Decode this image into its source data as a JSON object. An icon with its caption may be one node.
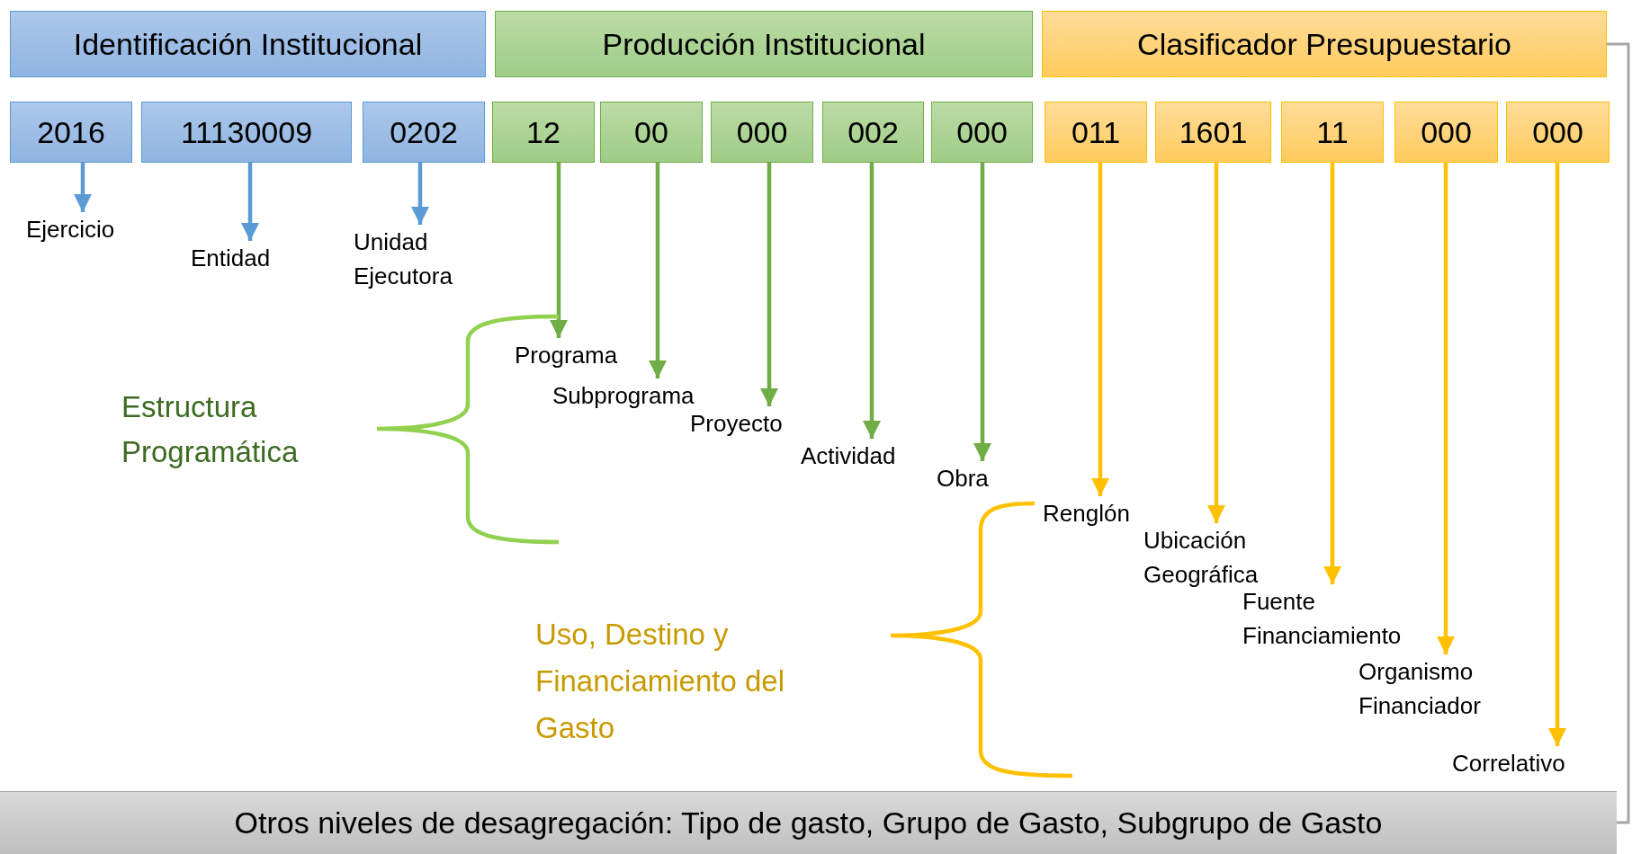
{
  "diagram": {
    "nodes": [
      {
        "text": [
          "Identificación Institucional"
        ]
      },
      {
        "text": [
          "Producción Institucional"
        ]
      },
      {
        "text": [
          "Clasificador Presupuestario"
        ]
      },
      {
        "text": [
          "2016"
        ]
      },
      {
        "text": [
          "11130009"
        ]
      },
      {
        "text": [
          "0202"
        ]
      },
      {
        "text": [
          "12"
        ]
      },
      {
        "text": [
          "00"
        ]
      },
      {
        "text": [
          "000"
        ]
      },
      {
        "text": [
          "002"
        ]
      },
      {
        "text": [
          "000"
        ]
      },
      {
        "text": [
          "011"
        ]
      },
      {
        "text": [
          "1601"
        ]
      },
      {
        "text": [
          "11"
        ]
      },
      {
        "text": [
          "000"
        ]
      },
      {
        "text": [
          "000"
        ]
      },
      {
        "text": [
          "Ejercicio"
        ]
      },
      {
        "text": [
          "Entidad"
        ]
      },
      {
        "text": [
          "Unidad Ejecutora"
        ]
      },
      {
        "text": [
          "Programa"
        ]
      },
      {
        "text": [
          "Subprograma"
        ]
      },
      {
        "text": [
          "Proyecto"
        ]
      },
      {
        "text": [
          "Actividad"
        ]
      },
      {
        "text": [
          "Obra"
        ]
      },
      {
        "text": [
          "Renglón"
        ]
      },
      {
        "text": [
          "Ubicación Geográfica"
        ]
      },
      {
        "text": [
          "Fuente Financiamiento"
        ]
      },
      {
        "text": [
          "Organismo Financiador"
        ]
      },
      {
        "text": [
          "Correlativo"
        ]
      },
      {
        "text": [
          "Otros niveles de desagregación: Tipo de gasto, Grupo de Gasto, Subgrupo de Gasto"
        ]
      }
    ],
    "edges": [
      {
        "from": 3,
        "to": 16,
        "arrow": "to",
        "color": "#5b9bd5"
      },
      {
        "from": 4,
        "to": 17,
        "arrow": "to",
        "color": "#5b9bd5"
      },
      {
        "from": 5,
        "to": 18,
        "arrow": "to",
        "color": "#5b9bd5"
      },
      {
        "from": 6,
        "to": 19,
        "arrow": "to",
        "color": "#70ad47"
      },
      {
        "from": 7,
        "to": 20,
        "arrow": "to",
        "color": "#70ad47"
      },
      {
        "from": 8,
        "to": 21,
        "arrow": "to",
        "color": "#70ad47"
      },
      {
        "from": 9,
        "to": 22,
        "arrow": "to",
        "color": "#70ad47"
      },
      {
        "from": 10,
        "to": 23,
        "arrow": "to",
        "color": "#70ad47"
      },
      {
        "from": 11,
        "to": 24,
        "arrow": "to",
        "color": "#ffc000"
      },
      {
        "from": 12,
        "to": 25,
        "arrow": "to",
        "color": "#ffc000"
      },
      {
        "from": 13,
        "to": 26,
        "arrow": "to",
        "color": "#ffc000"
      },
      {
        "from": 14,
        "to": 27,
        "arrow": "to",
        "color": "#ffc000"
      },
      {
        "from": 15,
        "to": 28,
        "arrow": "to",
        "color": "#ffc000"
      },
      {
        "from": 2,
        "to": 29,
        "arrow": "none",
        "color": "#a6a6a6"
      }
    ],
    "labels": [
      "Estructura Programática",
      "Uso, Destino y Financiamiento del Gasto"
    ]
  }
}
